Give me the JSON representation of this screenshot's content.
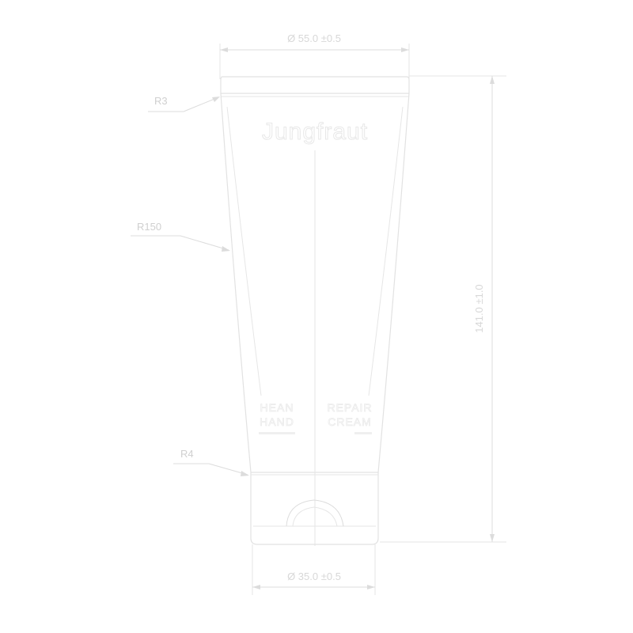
{
  "dimensions": {
    "top_width": "Ø 55.0 ±0.5",
    "bottom_width": "Ø 35.0 ±0.5",
    "height": "141.0 ±1.0"
  },
  "callouts": {
    "r_top": "R3",
    "r_side": "R150",
    "r_cap": "R4"
  },
  "label": {
    "brand": "Jungfraut",
    "left_line1": "HEAN",
    "left_line2": "HAND",
    "right_line1": "REPAIR",
    "right_line2": "CREAM"
  },
  "colors": {
    "line": "#dcdcdc",
    "background": "#ffffff"
  }
}
